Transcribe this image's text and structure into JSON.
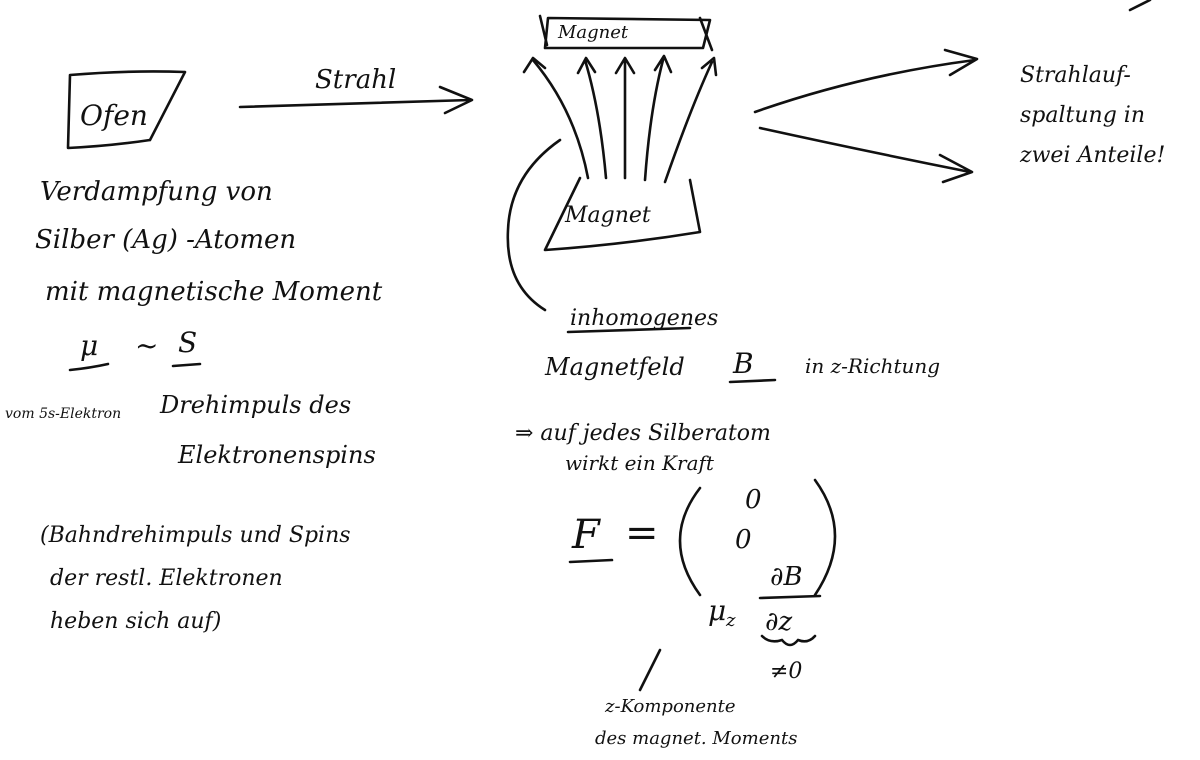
{
  "oven": {
    "label": "Ofen"
  },
  "beam": {
    "label": "Strahl"
  },
  "magnet_top": {
    "label": "Magnet"
  },
  "magnet_bottom": {
    "label": "Magnet"
  },
  "splitting": {
    "lines": [
      "Strahlauf-",
      "spaltung in",
      "zwei Anteile!"
    ]
  },
  "evaporation": {
    "lines": [
      "Verdampfung von",
      "Silber (Ag) -Atomen",
      "mit magnetische Moment"
    ]
  },
  "relation": {
    "mu": "μ",
    "tilde": "~",
    "s": "S"
  },
  "spin_source": {
    "left": "vom 5s-Elektron",
    "right_lines": [
      "Drehimpuls des",
      "Elektronenspins"
    ]
  },
  "remark": {
    "lines": [
      "(Bahndrehimpuls und Spins",
      "der restl. Elektronen",
      "heben sich auf)"
    ]
  },
  "field": {
    "underlined": "inhomogenes",
    "line": "Magnetfeld",
    "symbol": "B",
    "direction": "in z-Richtung"
  },
  "force": {
    "lines": [
      "⇒ auf jedes Silberatom",
      "wirkt ein Kraft"
    ]
  },
  "formula": {
    "lhs": "F",
    "eq": "=",
    "c1": "0",
    "c2": "0",
    "mu": "μ",
    "mu_sub": "z",
    "num": "∂B",
    "den": "∂z",
    "nonzero": "≠0"
  },
  "z_component": {
    "lines": [
      "z-Komponente",
      "des magnet. Moments"
    ]
  }
}
